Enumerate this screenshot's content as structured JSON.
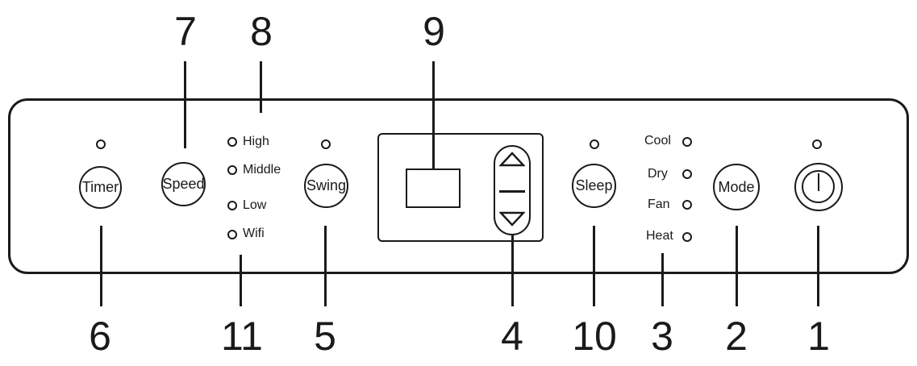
{
  "callouts": {
    "n1": "1",
    "n2": "2",
    "n3": "3",
    "n4": "4",
    "n5": "5",
    "n6": "6",
    "n7": "7",
    "n8": "8",
    "n9": "9",
    "n10": "10",
    "n11": "11"
  },
  "buttons": {
    "timer": "Timer",
    "speed": "Speed",
    "swing": "Swing",
    "sleep": "Sleep",
    "mode": "Mode"
  },
  "fan_speed_indicators": [
    "High",
    "Middle",
    "Low",
    "Wifi"
  ],
  "mode_indicators": [
    "Cool",
    "Dry",
    "Fan",
    "Heat"
  ],
  "icons": {
    "power": "power-icon",
    "up": "triangle-up-icon",
    "down": "triangle-down-icon"
  }
}
